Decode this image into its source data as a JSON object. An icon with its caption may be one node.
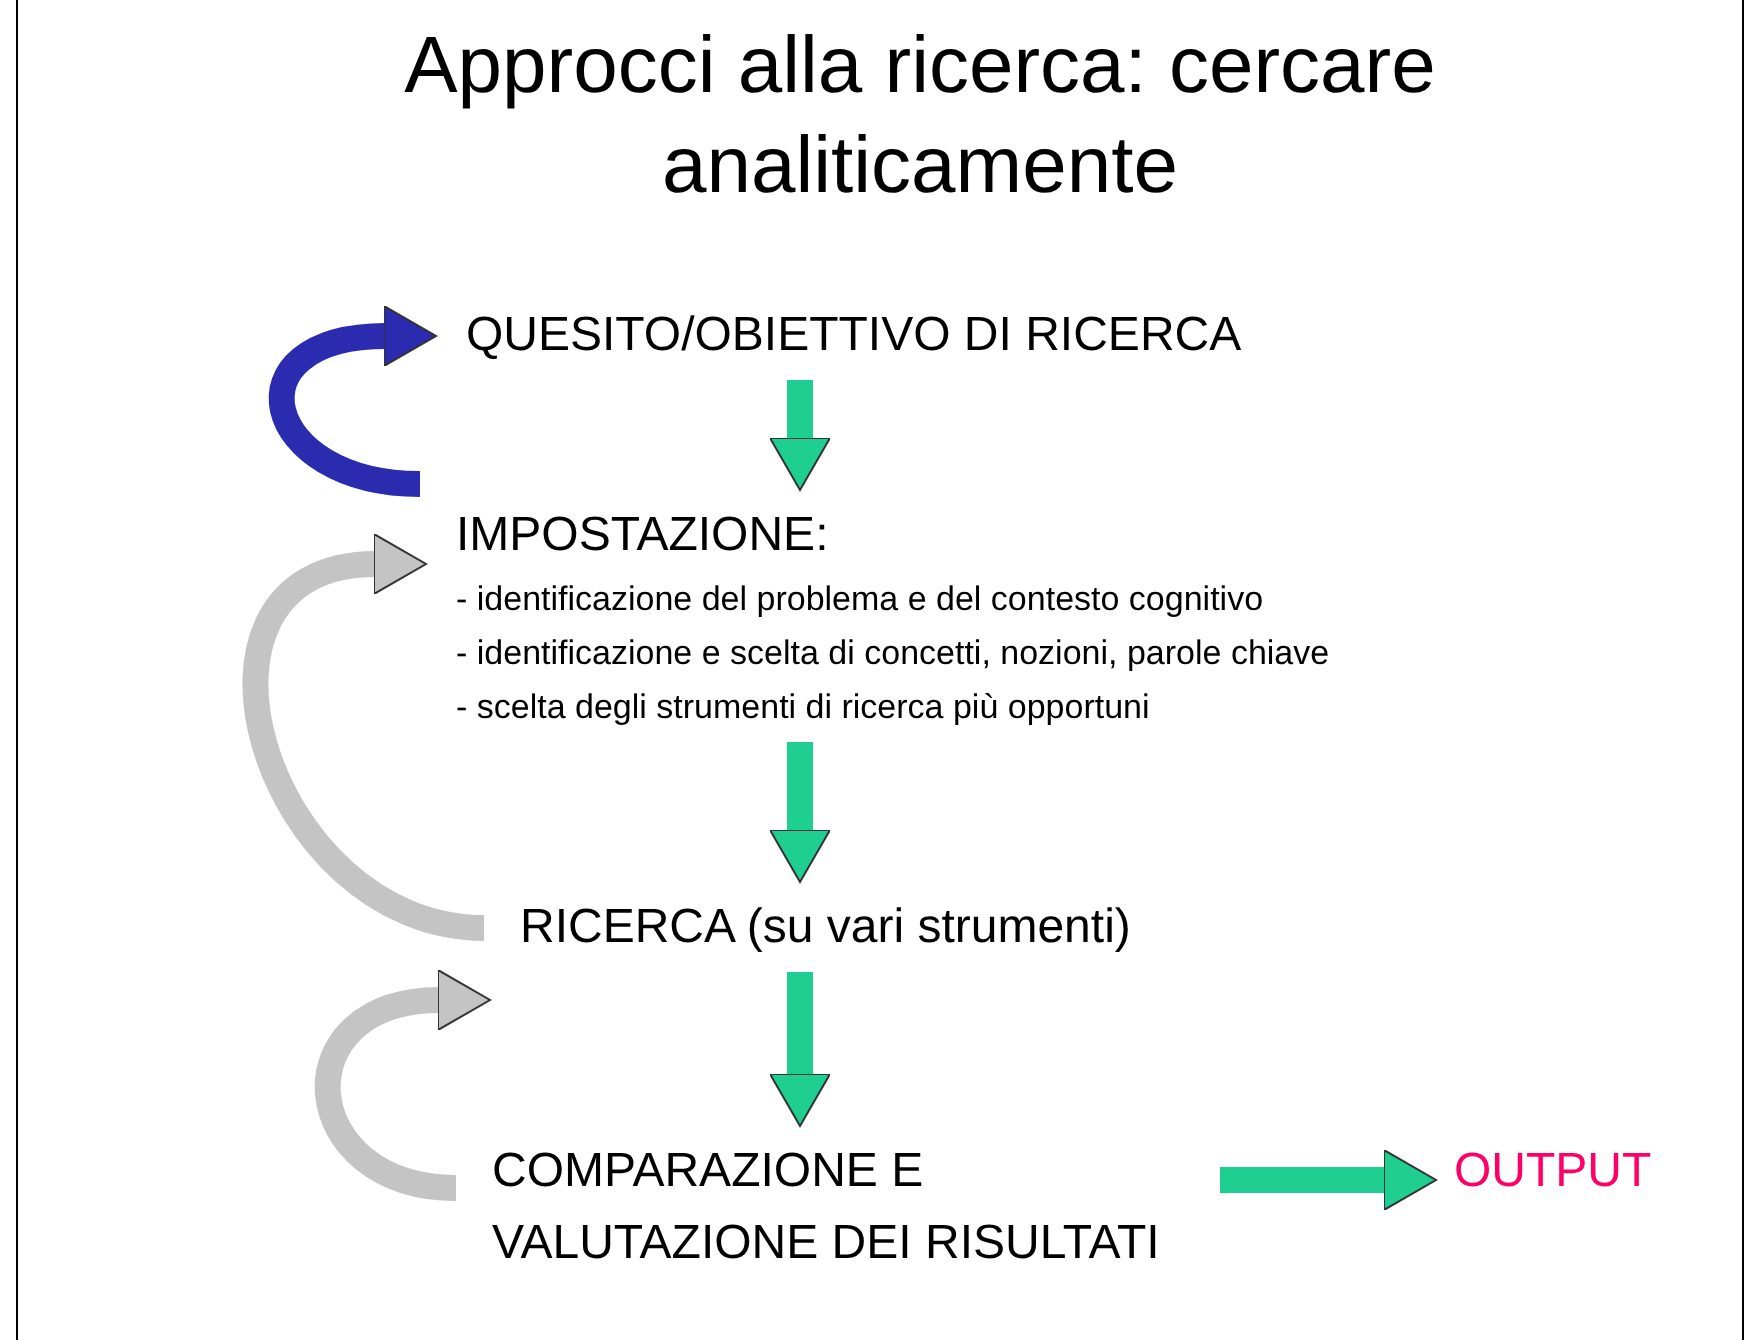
{
  "diagram": {
    "title": "Approcci alla ricerca: cercare analiticamente",
    "nodes": [
      {
        "text": [
          "QUESITO/OBIETTIVO DI RICERCA"
        ]
      },
      {
        "text": [
          "IMPOSTAZIONE:",
          "- identificazione del problema e del contesto cognitivo",
          "- identificazione e scelta di concetti, nozioni, parole chiave",
          "- scelta degli strumenti di ricerca più opportuni"
        ]
      },
      {
        "text": [
          "RICERCA (su vari strumenti)"
        ]
      },
      {
        "text": [
          "COMPARAZIONE E VALUTAZIONE DEI RISULTATI"
        ]
      },
      {
        "text": [
          "OUTPUT"
        ]
      }
    ],
    "edges": [
      {
        "from": 0,
        "to": 1,
        "arrow": "to"
      },
      {
        "from": 1,
        "to": 2,
        "arrow": "to"
      },
      {
        "from": 2,
        "to": 3,
        "arrow": "to"
      },
      {
        "from": 3,
        "to": 4,
        "arrow": "to"
      },
      {
        "from": 1,
        "to": 0,
        "arrow": "to",
        "color": "#2b2bb0"
      },
      {
        "from": 2,
        "to": 1,
        "arrow": "to",
        "color": "#c4c4c4"
      },
      {
        "from": 3,
        "to": 2,
        "arrow": "to",
        "color": "#c4c4c4"
      }
    ]
  }
}
